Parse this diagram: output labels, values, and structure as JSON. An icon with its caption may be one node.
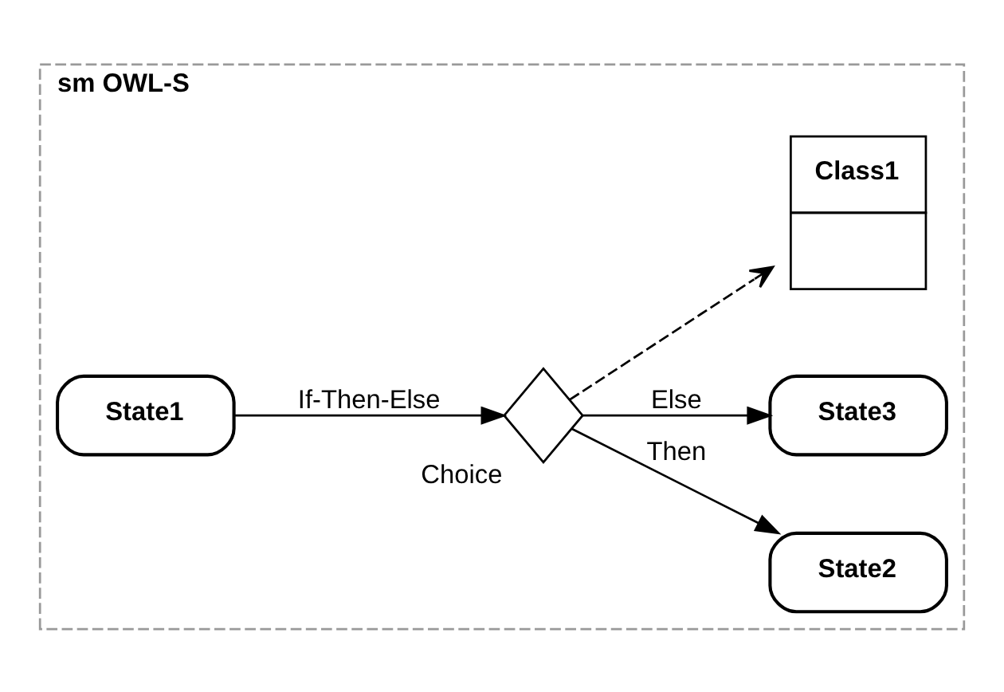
{
  "diagram": {
    "nodes": [
      {
        "text": [
          "sm OWL-S"
        ]
      },
      {
        "text": [
          "State1"
        ],
        "in": 0
      },
      {
        "text": [],
        "shape": "diamond",
        "beside": [
          "Choice"
        ],
        "in": 0
      },
      {
        "text": [
          "State2"
        ],
        "in": 0
      },
      {
        "text": [
          "State3"
        ],
        "in": 0
      },
      {
        "text": [
          "Class1"
        ],
        "in": 0
      }
    ],
    "edges": [
      {
        "from": 1,
        "to": 2,
        "arrow": "to",
        "label": "If-Then-Else"
      },
      {
        "from": 2,
        "to": 3,
        "arrow": "to",
        "label": "Then"
      },
      {
        "from": 2,
        "to": 4,
        "arrow": "to",
        "label": "Else"
      },
      {
        "from": 2,
        "to": 5,
        "arrow": "to",
        "style": "dashed"
      }
    ]
  }
}
